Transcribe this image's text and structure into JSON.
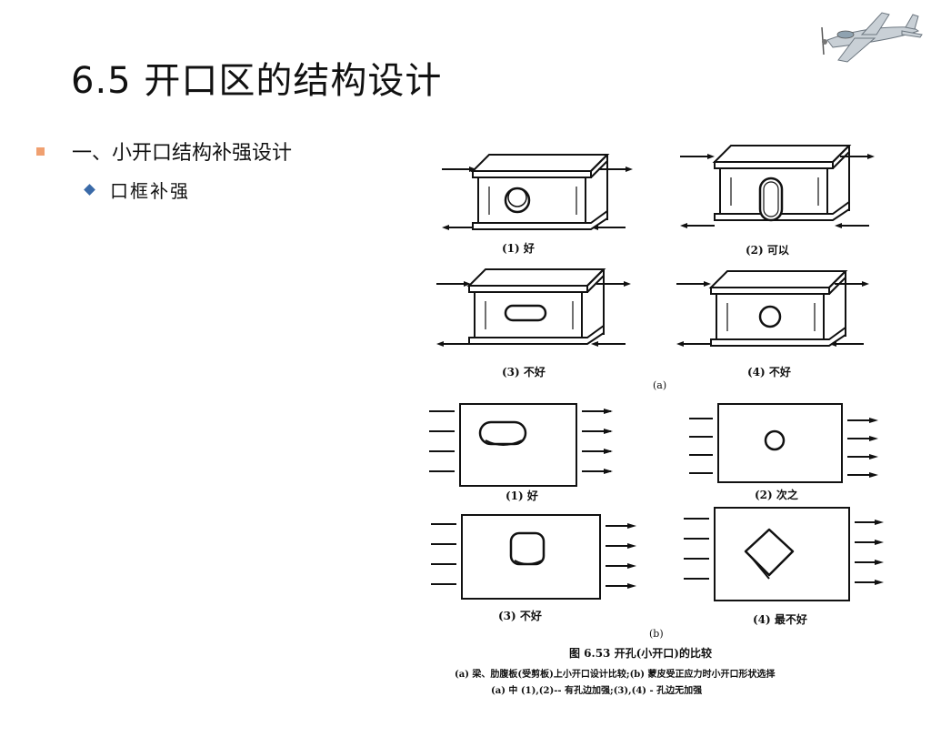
{
  "slide": {
    "title": "6.5  开口区的结构设计",
    "bullet1": "一、小开口结构补强设计",
    "bullet2": "口框补强"
  },
  "figure": {
    "a_captions": [
      "(1) 好",
      "(2) 可以",
      "(3) 不好",
      "(4) 不好"
    ],
    "a_tag": "(a)",
    "b_captions": [
      "(1) 好",
      "(2) 次之",
      "(3) 不好",
      "(4) 最不好"
    ],
    "b_tag": "(b)",
    "caption_title": "图 6.53    开孔(小开口)的比较",
    "caption_line1": "(a) 梁、肋腹板(受剪板)上小开口设计比较;(b) 蒙皮受正应力时小开口形状选择",
    "caption_line2": "(a) 中   (1),(2)-- 有孔边加强;(3),(4) - 孔边无加强"
  },
  "icons": {
    "corner": "airplane-icon"
  },
  "colors": {
    "bullet_square": "#f0a070",
    "bullet_diamond": "#3a6aa8"
  }
}
